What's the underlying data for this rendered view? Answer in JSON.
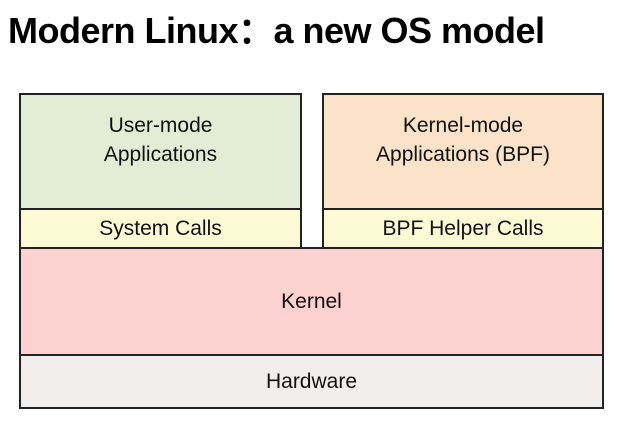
{
  "title": "Modern Linux：a new OS model",
  "colors": {
    "user_apps_bg": "#e3edd6",
    "kernel_apps_bg": "#fae3c9",
    "calls_bg": "#fbfad4",
    "kernel_bg": "#fbd2d0",
    "hardware_bg": "#f0efed",
    "border": "#222222",
    "text": "#111111",
    "background": "#ffffff"
  },
  "diagram": {
    "user_apps": {
      "line1": "User-mode",
      "line2": "Applications"
    },
    "kernel_apps": {
      "line1": "Kernel-mode",
      "line2": "Applications (BPF)"
    },
    "system_calls": {
      "label": "System Calls"
    },
    "bpf_helper_calls": {
      "label": "BPF Helper Calls"
    },
    "kernel": {
      "label": "Kernel"
    },
    "hardware": {
      "label": "Hardware"
    }
  }
}
